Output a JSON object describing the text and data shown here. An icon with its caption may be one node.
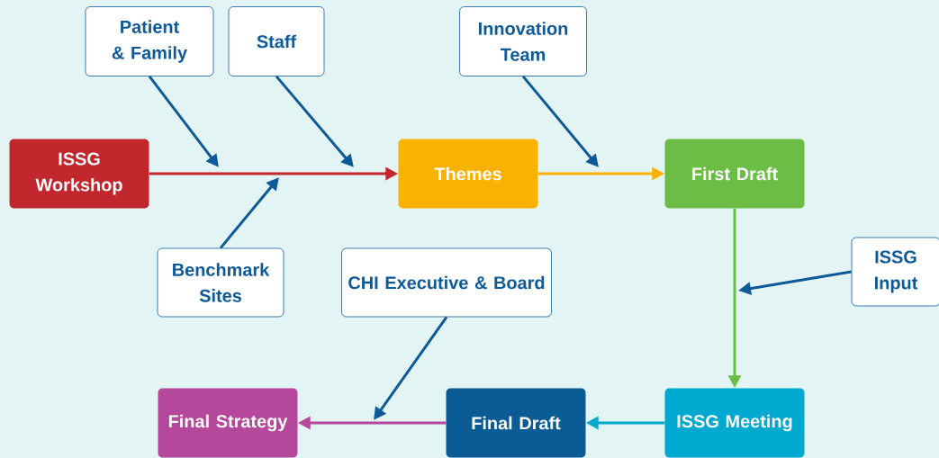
{
  "diagram": {
    "nodes": [
      {
        "text": [
          "ISSG Workshop"
        ]
      },
      {
        "text": [
          "Patient & Family"
        ]
      },
      {
        "text": [
          "Staff"
        ]
      },
      {
        "text": [
          "Benchmark Sites"
        ]
      },
      {
        "text": [
          "Themes"
        ]
      },
      {
        "text": [
          "Innovation Team"
        ]
      },
      {
        "text": [
          "First Draft"
        ]
      },
      {
        "text": [
          "ISSG Input"
        ]
      },
      {
        "text": [
          "CHI Executive & Board"
        ]
      },
      {
        "text": [
          "ISSG Meeting"
        ]
      },
      {
        "text": [
          "Final Draft"
        ]
      },
      {
        "text": [
          "Final Strategy"
        ]
      }
    ],
    "edges": [
      {
        "from": 0,
        "to": 4,
        "arrow": "to",
        "color": "#c1272d"
      },
      {
        "from": 1,
        "to": null,
        "arrow": "to"
      },
      {
        "from": 2,
        "to": null,
        "arrow": "to"
      },
      {
        "from": 3,
        "to": null,
        "arrow": "to"
      },
      {
        "from": 4,
        "to": 6,
        "arrow": "to",
        "color": "#f9b200"
      },
      {
        "from": 5,
        "to": null,
        "arrow": "to"
      },
      {
        "from": 6,
        "to": 9,
        "arrow": "to",
        "color": "#6cbd45"
      },
      {
        "from": 7,
        "to": null,
        "arrow": "to"
      },
      {
        "from": 9,
        "to": 10,
        "arrow": "to",
        "color": "#00a9d0"
      },
      {
        "from": 10,
        "to": 11,
        "arrow": "to",
        "color": "#b5489a"
      },
      {
        "from": 8,
        "to": null,
        "arrow": "to"
      }
    ]
  }
}
